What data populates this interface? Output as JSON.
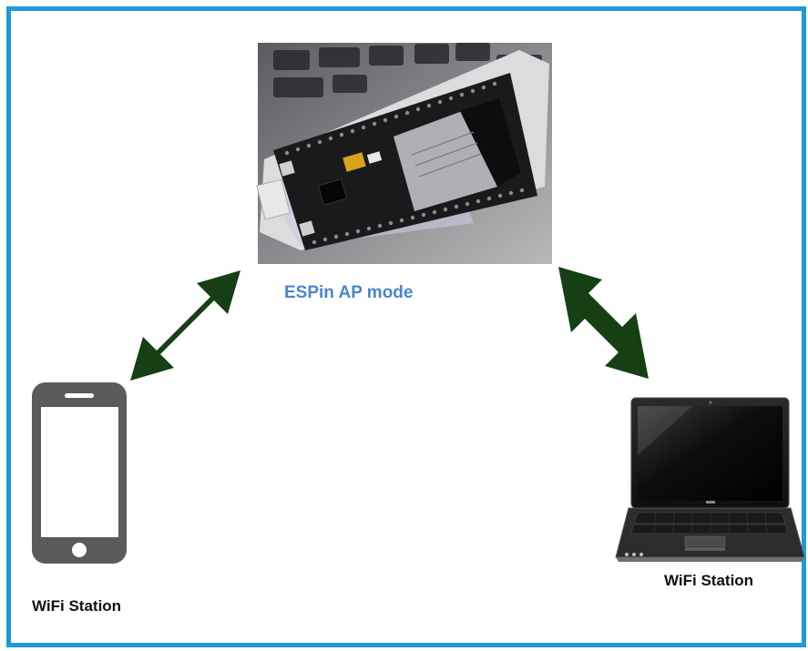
{
  "ap": {
    "label": "ESPin AP mode",
    "image": "esp32-dev-board-photo",
    "label_color": "#4a86c8"
  },
  "stations": [
    {
      "label": "WiFi Station",
      "device": "smartphone-icon"
    },
    {
      "label": "WiFi Station",
      "device": "laptop-icon"
    }
  ],
  "links": [
    {
      "from": "smartphone-icon",
      "to": "esp32-dev-board-photo",
      "style": "double-headed-arrow"
    },
    {
      "from": "esp32-dev-board-photo",
      "to": "laptop-icon",
      "style": "double-headed-arrow"
    }
  ],
  "colors": {
    "border": "#1e9ad6",
    "arrow": "#163f14",
    "phone": "#5b5b5b"
  }
}
